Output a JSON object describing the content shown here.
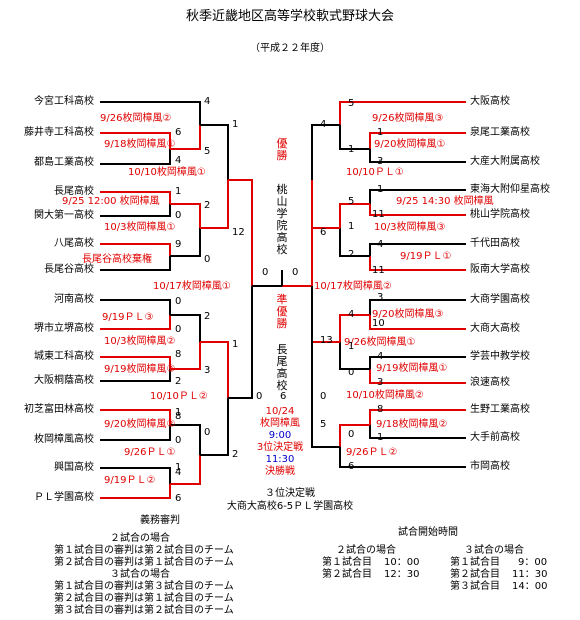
{
  "title": "秋季近畿地区高等学校軟式野球大会",
  "subtitle": "（平成２２年度）",
  "left_teams": [
    "今宮工科高校",
    "藤井寺工科高校",
    "都島工業高校",
    "長尾高校",
    "関大第一高校",
    "八尾高校",
    "長尾谷高校",
    "河南高校",
    "堺市立堺高校",
    "城東工科高校",
    "大阪桐蔭高校",
    "初芝富田林高校",
    "枚岡樟風高校",
    "興国高校",
    "ＰＬ学園高校"
  ],
  "right_teams": [
    "大阪高校",
    "泉尾工業高校",
    "大産大附属高校",
    "東海大附仰星高校",
    "桃山学院高校",
    "千代田高校",
    "阪南大学高校",
    "大商学園高校",
    "大商大高校",
    "学芸中教学校",
    "浪速高校",
    "生野工業高校",
    "大手前高校",
    "市岡高校"
  ],
  "left_games": [
    "9/26枚岡樟風②",
    "9/18枚岡樟風①",
    "10/10枚岡樟風①",
    "9/25 12:00 枚岡樟風",
    "10/3枚岡樟風①",
    "長尾谷高校棄権",
    "10/17枚岡樟風①",
    "9/19ＰＬ③",
    "10/3枚岡樟風②",
    "9/19枚岡樟風②",
    "10/10ＰＬ②",
    "9/20枚岡樟風②",
    "9/26ＰＬ①",
    "9/19ＰＬ②"
  ],
  "right_games": [
    "9/26枚岡樟風③",
    "9/20枚岡樟風①",
    "10/10ＰＬ①",
    "9/25 14:30 枚岡樟風",
    "10/3枚岡樟風③",
    "9/19ＰＬ①",
    "10/17枚岡樟風②",
    "9/20枚岡樟風③",
    "9/26枚岡樟風①",
    "9/19枚岡樟風①",
    "10/10枚岡樟風②",
    "9/18枚岡樟風②",
    "9/26ＰＬ②"
  ],
  "left_scores": [
    "4",
    "6",
    "5",
    "4",
    "1",
    "1",
    "0",
    "2",
    "9",
    "0",
    "12",
    "0",
    "0",
    "2",
    "1",
    "3",
    "8",
    "2",
    "1",
    "8",
    "0",
    "0",
    "1",
    "4",
    "6",
    "2",
    "0"
  ],
  "right_scores": [
    "5",
    "1",
    "4",
    "1",
    "3",
    "1",
    "5",
    "11",
    "1",
    "6",
    "2",
    "4",
    "11",
    "0",
    "3",
    "10",
    "4",
    "1",
    "3",
    "0",
    "13",
    "4",
    "0",
    "1",
    "8",
    "0",
    "6",
    "5"
  ],
  "center": {
    "champion_label": "優勝",
    "champion": "桃山学院高校",
    "runnerup_label": "準優勝",
    "runnerup": "長尾高校",
    "final_score_left": "0",
    "final_score_right": "6",
    "final_date": "10/24",
    "final_venue": "枚岡樟風",
    "time1": "9:00",
    "label1": "3位決定戦",
    "time2": "11:30",
    "label2": "決勝戦"
  },
  "third_place": {
    "label": "３位決定戦",
    "result": "大商大高校6-5ＰＬ学園高校"
  },
  "umpires": {
    "title": "義務審判",
    "case2": "２試合の場合",
    "case2_lines": [
      "第１試合目の審判は第２試合目のチーム",
      "第２試合目の審判は第１試合目のチーム"
    ],
    "case3": "３試合の場合",
    "case3_lines": [
      "第１試合目の審判は第３試合目のチーム",
      "第２試合目の審判は第１試合目のチーム",
      "第３試合目の審判は第２試合目のチーム"
    ]
  },
  "start_times": {
    "title": "試合開始時間",
    "case2": "２試合の場合",
    "case2_rows": [
      [
        "第１試合目",
        "10：00"
      ],
      [
        "第２試合目",
        "12：30"
      ]
    ],
    "case3": "３試合の場合",
    "case3_rows": [
      [
        "第１試合目",
        "9：00"
      ],
      [
        "第２試合目",
        "11：30"
      ],
      [
        "第３試合目",
        "14：00"
      ]
    ]
  },
  "colors": {
    "winner_line": "#e00000",
    "normal_line": "#000000",
    "time": "#0000cc"
  }
}
